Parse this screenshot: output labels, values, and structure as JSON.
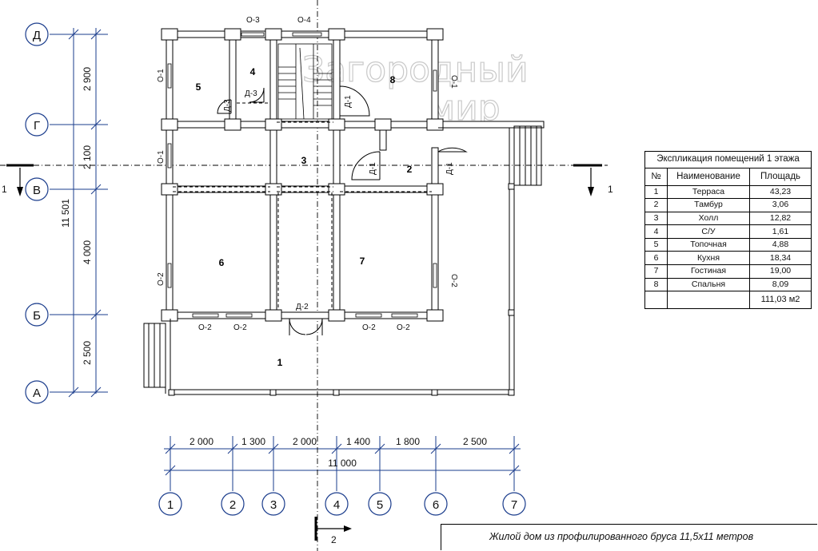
{
  "watermark": {
    "line1": "Загородный",
    "line2": "мир"
  },
  "axes_letters": [
    "Д",
    "Г",
    "В",
    "Б",
    "А"
  ],
  "axes_numbers": [
    "1",
    "2",
    "3",
    "4",
    "5",
    "6",
    "7"
  ],
  "vertical_dims": [
    "2 900",
    "2 100",
    "4 000",
    "2 500"
  ],
  "vertical_total": "11 501",
  "horizontal_dims": [
    "2 000",
    "1 300",
    "2 000",
    "1 400",
    "1 800",
    "2 500"
  ],
  "horizontal_total": "11 000",
  "section_marks": {
    "left": "1",
    "right": "1",
    "bottom": "2"
  },
  "room_numbers": [
    "1",
    "2",
    "3",
    "4",
    "5",
    "6",
    "7",
    "8"
  ],
  "window_labels": {
    "top": [
      "О-3",
      "О-4"
    ],
    "left": [
      "О-1",
      "О-1",
      "О-2"
    ],
    "right": [
      "О-1",
      "О-2"
    ],
    "bottom": [
      "О-2",
      "О-2",
      "О-2",
      "О-2"
    ]
  },
  "door_labels": [
    "Д-3",
    "Д-3",
    "Д-1",
    "Д-1",
    "Д-1",
    "Д-2"
  ],
  "schedule": {
    "caption": "Экспликация помещений 1 этажа",
    "headers": [
      "№",
      "Наименование",
      "Площадь"
    ],
    "rows": [
      {
        "num": "1",
        "name": "Терраса",
        "area": "43,23"
      },
      {
        "num": "2",
        "name": "Тамбур",
        "area": "3,06"
      },
      {
        "num": "3",
        "name": "Холл",
        "area": "12,82"
      },
      {
        "num": "4",
        "name": "С/У",
        "area": "1,61"
      },
      {
        "num": "5",
        "name": "Топочная",
        "area": "4,88"
      },
      {
        "num": "6",
        "name": "Кухня",
        "area": "18,34"
      },
      {
        "num": "7",
        "name": "Гостиная",
        "area": "19,00"
      },
      {
        "num": "8",
        "name": "Спальня",
        "area": "8,09"
      }
    ],
    "total": "111,03 м2"
  },
  "title_block": {
    "text": "Жилой дом из профилированного бруса 11,5х11 метров"
  }
}
